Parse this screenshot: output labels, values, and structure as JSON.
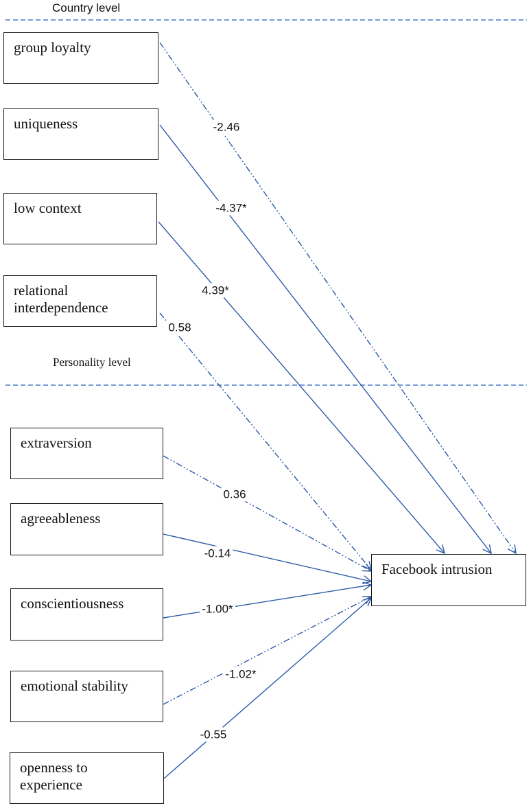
{
  "levels": {
    "country": "Country level",
    "personality": "Personality level"
  },
  "colors": {
    "arrow": "#2c5aa8",
    "divider": "#4a7cc8",
    "box_border": "#1a1a1a",
    "text": "#111111"
  },
  "outcome": "Facebook intrusion",
  "predictors": {
    "group_loyalty": "group loyalty",
    "uniqueness": "uniqueness",
    "low_context": "low context",
    "relational_interdependence": "relational\ninterdependence",
    "extraversion": "extraversion",
    "agreeableness": "agreeableness",
    "conscientiousness": "conscientiousness",
    "emotional_stability": "emotional stability",
    "openness_to_experience": "openness to\nexperience"
  },
  "paths": [
    {
      "from": "group_loyalty",
      "coef": "-2.46",
      "style": "dash-dot"
    },
    {
      "from": "uniqueness",
      "coef": "-4.37*",
      "style": "solid"
    },
    {
      "from": "low_context",
      "coef": "4.39*",
      "style": "solid"
    },
    {
      "from": "relational_interdependence",
      "coef": "0.58",
      "style": "dash-dot"
    },
    {
      "from": "extraversion",
      "coef": "0.36",
      "style": "dash-dot"
    },
    {
      "from": "agreeableness",
      "coef": "-0.14",
      "style": "solid"
    },
    {
      "from": "conscientiousness",
      "coef": "-1.00*",
      "style": "solid"
    },
    {
      "from": "emotional_stability",
      "coef": "-1.02*",
      "style": "dash-dot"
    },
    {
      "from": "openness_to_experience",
      "coef": "-0.55",
      "style": "solid"
    }
  ]
}
